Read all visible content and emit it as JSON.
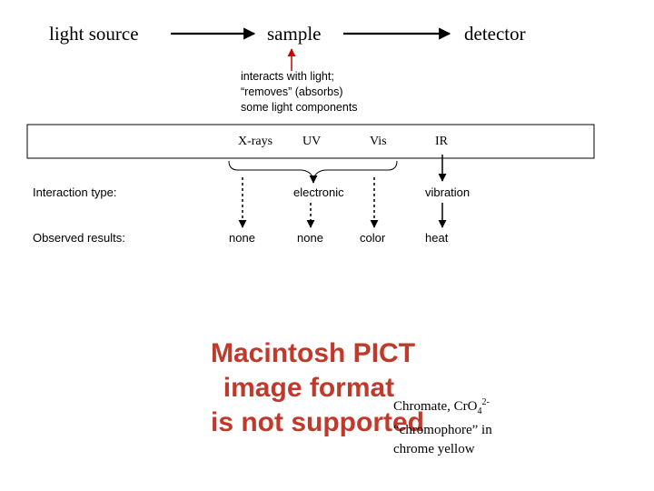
{
  "flow": {
    "light_source": "light source",
    "sample": "sample",
    "detector": "detector"
  },
  "sample_note": {
    "line1": "interacts with light;",
    "line2": "“removes” (absorbs)",
    "line3": "some light components"
  },
  "spectrum": {
    "regions": [
      "X-rays",
      "UV",
      "Vis",
      "IR"
    ]
  },
  "rows": {
    "interaction_label": "Interaction type:",
    "observed_label": "Observed results:"
  },
  "interaction": {
    "electronic": "electronic",
    "vibration": "vibration"
  },
  "results": [
    "none",
    "none",
    "color",
    "heat"
  ],
  "placeholder": {
    "line1": "Macintosh PICT",
    "line2": "image format",
    "line3": "is not supported"
  },
  "caption": {
    "line1_text": "Chromate, Cr",
    "line1_o": "O",
    "line1_sub": "4",
    "line1_sup": "2-",
    "line2": "“chromophore” in",
    "line3": "chrome yellow"
  },
  "colors": {
    "arrow": "#000000",
    "sample_pointer": "#cc0000",
    "placeholder_text": "#c0392b"
  }
}
